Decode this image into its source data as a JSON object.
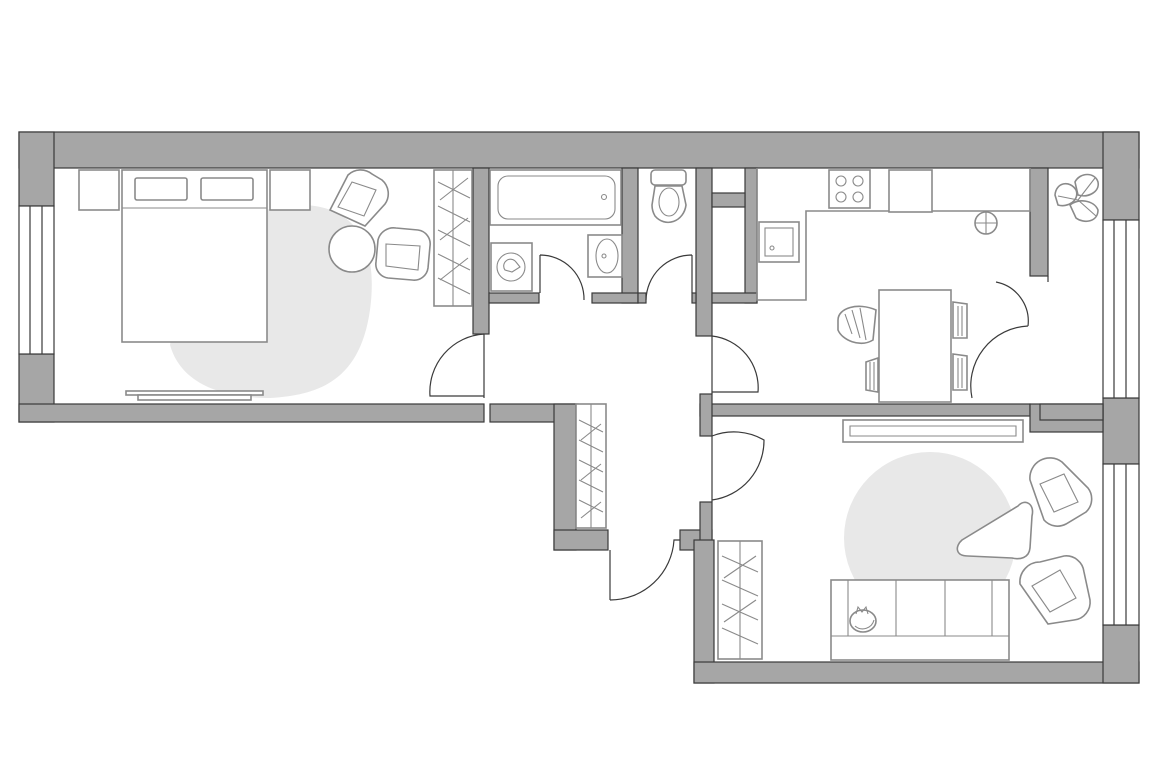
{
  "plan": {
    "kind": "two-room apartment floor plan",
    "labels_printed": false,
    "rooms": [
      "bedroom",
      "bathroom",
      "toilet",
      "kitchen",
      "living-room",
      "hallway"
    ]
  },
  "colors": {
    "wall": "#a6a6a6",
    "line": "#3a3a3a",
    "furniture": "#8a8a8a",
    "rug": "#e8e8e8",
    "background": "#ffffff"
  },
  "icons": {
    "bed": "double-bed-icon",
    "armchair": "armchair-icon",
    "table": "round-table-icon",
    "wardrobe": "wardrobe-icon",
    "bathtub": "bathtub-icon",
    "sink": "sink-icon",
    "toilet": "toilet-icon",
    "washer": "washing-machine-icon",
    "stove": "stove-icon",
    "sofa": "sofa-icon",
    "plant": "plant-icon",
    "cat": "cat-icon"
  }
}
